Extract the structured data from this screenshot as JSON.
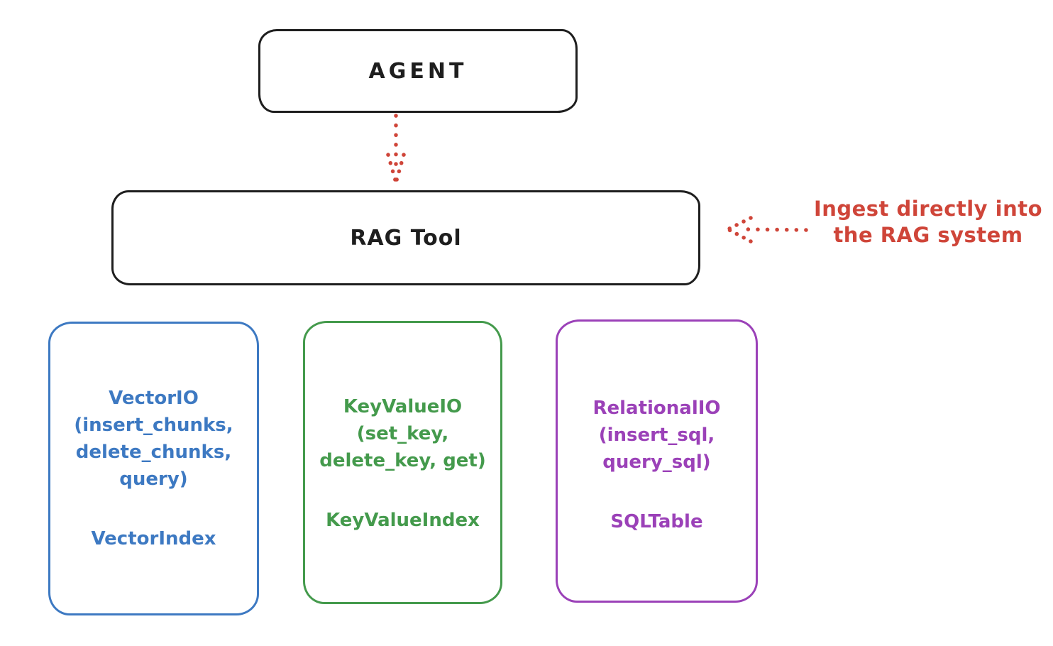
{
  "diagram": {
    "agent": {
      "label": "AGENT"
    },
    "rag_tool": {
      "label": "RAG Tool"
    },
    "annotation": {
      "lines": [
        "Ingest directly into",
        "the RAG system"
      ]
    },
    "arrows": [
      {
        "name": "agent-to-ragtool",
        "style": "dotted",
        "color": "#cf4539",
        "direction": "down"
      },
      {
        "name": "annotation-to-ragtool",
        "style": "dotted",
        "color": "#cf4539",
        "direction": "left"
      }
    ],
    "storage_boxes": [
      {
        "name": "VectorIO",
        "color": "#3d79c2",
        "lines": [
          "VectorIO",
          "(insert_chunks,",
          "delete_chunks,",
          "query)"
        ],
        "index_label": "VectorIndex"
      },
      {
        "name": "KeyValueIO",
        "color": "#449a4c",
        "lines": [
          "KeyValueIO",
          "(set_key,",
          "delete_key, get)"
        ],
        "index_label": "KeyValueIndex"
      },
      {
        "name": "RelationalIO",
        "color": "#9b41b8",
        "lines": [
          "RelationalIO",
          "(insert_sql,",
          "query_sql)"
        ],
        "index_label": "SQLTable"
      }
    ],
    "colors": {
      "ink": "#1e1e1e",
      "red": "#cf4539",
      "blue": "#3d79c2",
      "green": "#449a4c",
      "purple": "#9b41b8"
    }
  }
}
